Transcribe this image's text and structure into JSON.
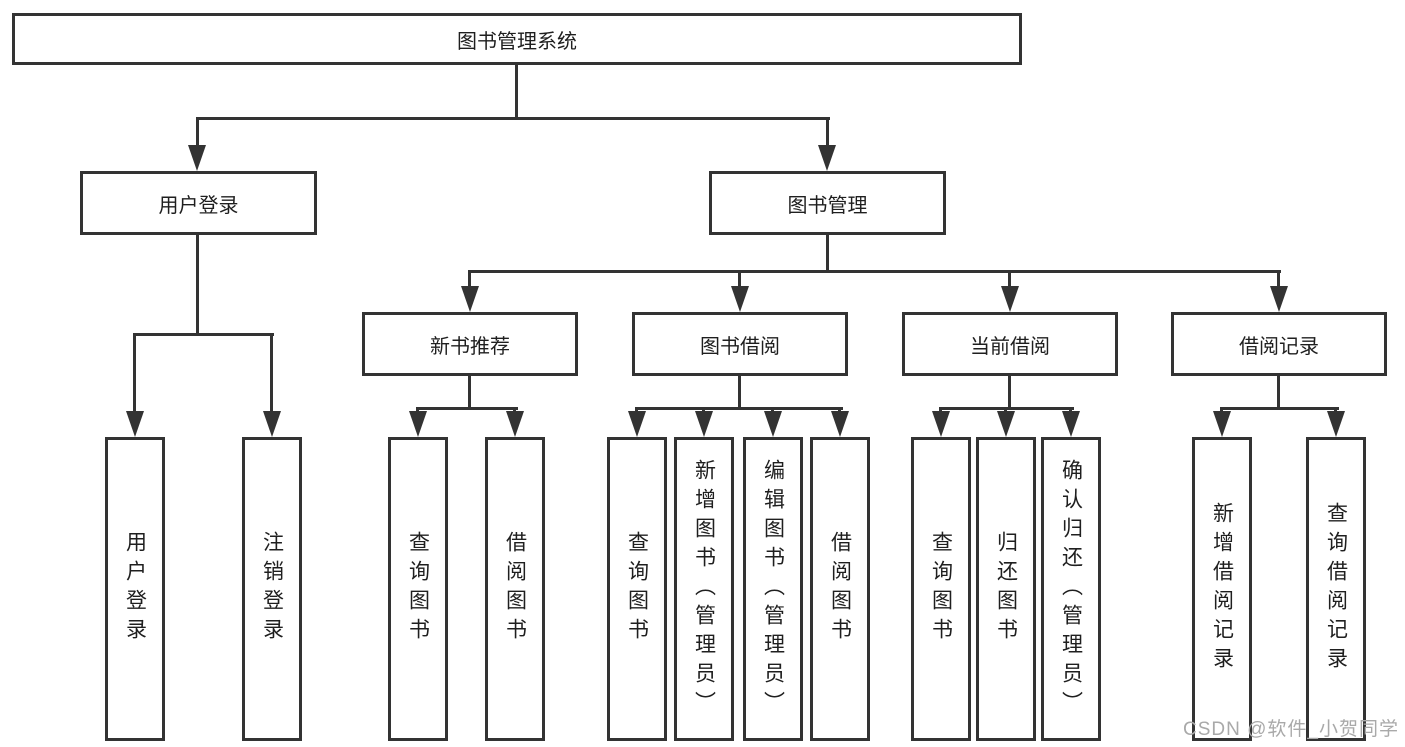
{
  "diagram": {
    "type": "hierarchy-tree",
    "tree": {
      "label": "图书管理系统",
      "children": [
        {
          "label": "用户登录",
          "children": [
            {
              "label": "用户登录"
            },
            {
              "label": "注销登录"
            }
          ]
        },
        {
          "label": "图书管理",
          "children": [
            {
              "label": "新书推荐",
              "children": [
                {
                  "label": "查询图书"
                },
                {
                  "label": "借阅图书"
                }
              ]
            },
            {
              "label": "图书借阅",
              "children": [
                {
                  "label": "查询图书"
                },
                {
                  "label": "新增图书（管理员）"
                },
                {
                  "label": "编辑图书（管理员）"
                },
                {
                  "label": "借阅图书"
                }
              ]
            },
            {
              "label": "当前借阅",
              "children": [
                {
                  "label": "查询图书"
                },
                {
                  "label": "归还图书"
                },
                {
                  "label": "确认归还（管理员）"
                }
              ]
            },
            {
              "label": "借阅记录",
              "children": [
                {
                  "label": "新增借阅记录"
                },
                {
                  "label": "查询借阅记录"
                }
              ]
            }
          ]
        }
      ]
    },
    "colors": {
      "line": "#333333",
      "box_border": "#333333",
      "box_fill": "#ffffff",
      "text": "#1f1f1f",
      "watermark": "#a9a9a9",
      "background": "#ffffff"
    }
  },
  "watermark": {
    "text": "CSDN @软件_小贺同学"
  }
}
